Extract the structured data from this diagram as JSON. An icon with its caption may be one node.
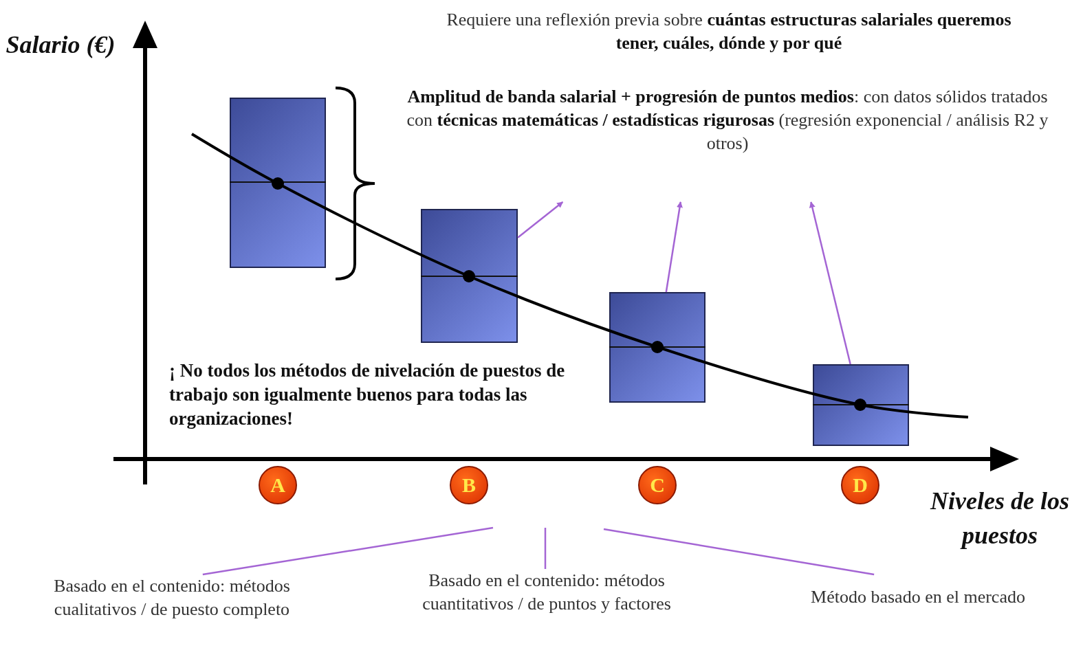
{
  "diagram": {
    "nodes": [
      {
        "text": [],
        "shape": "box"
      },
      {
        "text": [],
        "shape": "box"
      },
      {
        "text": [],
        "shape": "box"
      },
      {
        "text": [],
        "shape": "box"
      },
      {
        "text": [
          "A"
        ]
      },
      {
        "text": [
          "B"
        ]
      },
      {
        "text": [
          "C"
        ]
      },
      {
        "text": [
          "D"
        ]
      },
      {
        "text": [
          "**Amplitud de banda salarial + progresión de puntos medios**: con datos sólidos tratados con **técnicas matemáticas / estadísticas rigurosas** (regresión exponencial / análisis R2 y otros)"
        ]
      },
      {
        "text": [
          "Basado en el contenido: métodos cualitativos / de puesto completo"
        ]
      },
      {
        "text": [
          "Basado en el contenido: métodos cuantitativos / de puntos y factores"
        ]
      },
      {
        "text": [
          "Método basado en el mercado"
        ]
      }
    ],
    "edges": [
      {
        "from": 1,
        "to": 8,
        "arrow": "to"
      },
      {
        "from": 2,
        "to": 8,
        "arrow": "to"
      },
      {
        "from": 3,
        "to": 8,
        "arrow": "to"
      },
      {
        "from": 9,
        "to": null,
        "arrow": "none"
      },
      {
        "from": 10,
        "to": null,
        "arrow": "none"
      },
      {
        "from": 11,
        "to": null,
        "arrow": "none"
      }
    ],
    "labels": [
      "Salario (€)",
      "Requiere una reflexión previa sobre **cuántas estructuras salariales queremos tener, cuáles, dónde y por qué**",
      "¡ No todos los métodos de nivelación de puestos de trabajo son igualmente buenos para todas las organizaciones!",
      "Niveles de los puestos"
    ]
  }
}
